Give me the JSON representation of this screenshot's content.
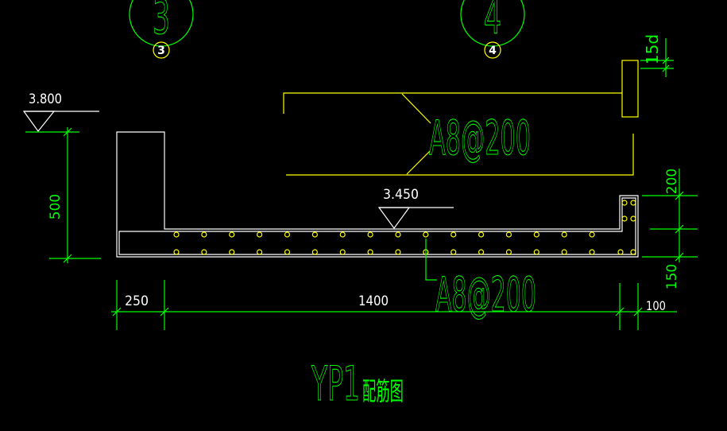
{
  "drawing": {
    "title_code": "YP1",
    "title_suffix": "配筋图",
    "axes": [
      {
        "label": "3",
        "tag": "3"
      },
      {
        "label": "4",
        "tag": "4"
      }
    ],
    "elevations": {
      "top_of_wall": "3.800",
      "top_of_slab": "3.450"
    },
    "rebar_labels": {
      "upper": "A8@200",
      "lower": "A8@200"
    },
    "dimensions": {
      "wall_height": "500",
      "wall_width": "250",
      "slab_length": "1400",
      "upturn_width": "100",
      "upturn_height": "200",
      "slab_thickness": "150",
      "hook_length": "15d"
    }
  },
  "colors": {
    "background": "#000000",
    "dimension": "#00ff00",
    "rebar": "#ffff00",
    "outline": "#ffffff",
    "text": "#ffffff"
  }
}
